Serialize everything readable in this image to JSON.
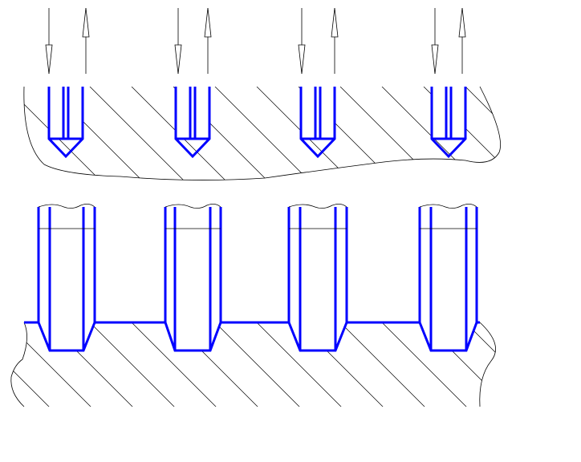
{
  "colors": {
    "contour": "#0000ff",
    "thin_lines": "#000000",
    "background": "#ffffff"
  },
  "diagram": {
    "top_view": {
      "arrow_pair_count": 4,
      "drilled_hole_count": 4,
      "arrow_directions": [
        "down",
        "up"
      ]
    },
    "bottom_view": {
      "threaded_stud_count": 4
    }
  }
}
